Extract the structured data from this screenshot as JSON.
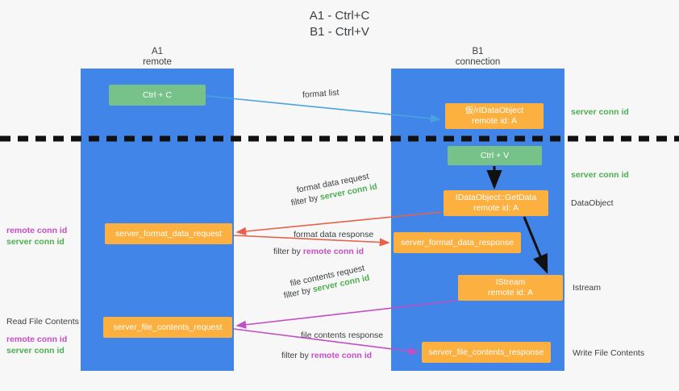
{
  "title": {
    "line1": "A1 - Ctrl+C",
    "line2": "B1 - Ctrl+V"
  },
  "colors": {
    "lane": "#4285e8",
    "box_orange": "#fbb040",
    "box_green": "#77c18a",
    "server_conn_id": "#4caf50",
    "remote_conn_id": "#c44ec4",
    "divider": "#000000",
    "arrow_blue": "#4aa3e0",
    "arrow_red": "#e8604c",
    "arrow_magenta": "#c44ec4",
    "arrow_black": "#000000",
    "background": "#f7f7f7"
  },
  "lanes": [
    {
      "name": "A1",
      "sub": "remote"
    },
    {
      "name": "B1",
      "sub": "connection"
    }
  ],
  "boxes": {
    "ctrl_c": "Ctrl + C",
    "idataobject": {
      "line1": "仮/rIDataObject",
      "line2": "remote id: A"
    },
    "ctrl_v": "Ctrl + V",
    "getdata": {
      "line1": "IDataObject::GetData",
      "line2": "remote id: A"
    },
    "format_data_request": "server_format_data_request",
    "format_data_response": "server_format_data_response",
    "istream": {
      "line1": "IStream",
      "line2": "remote id: A"
    },
    "file_contents_request": "server_file_contents_request",
    "file_contents_response": "server_file_contents_response"
  },
  "arrow_labels": {
    "format_list": "format list",
    "format_data_request": "format data request",
    "format_data_request_filter_prefix": "filter by ",
    "format_data_request_filter_value": "server conn id",
    "format_data_response": "format data response",
    "format_data_response_filter_prefix": "filter by ",
    "format_data_response_filter_value": "remote conn id",
    "file_contents_request": "file contents request",
    "file_contents_request_filter_prefix": "filter by ",
    "file_contents_request_filter_value": "server conn id",
    "file_contents_response": "file contents response",
    "file_contents_response_filter_prefix": "filter by ",
    "file_contents_response_filter_value": "remote conn id"
  },
  "right_labels": {
    "server_conn_id_top": "server conn id",
    "server_conn_id_mid": "server conn id",
    "dataobject": "DataObject",
    "istream": "Istream",
    "write_file_contents": "Write File Contents"
  },
  "left_labels": {
    "remote_conn_id_1": "remote conn id",
    "server_conn_id_1": "server conn id",
    "read_file_contents": "Read File Contents",
    "remote_conn_id_2": "remote conn id",
    "server_conn_id_2": "server conn id"
  }
}
